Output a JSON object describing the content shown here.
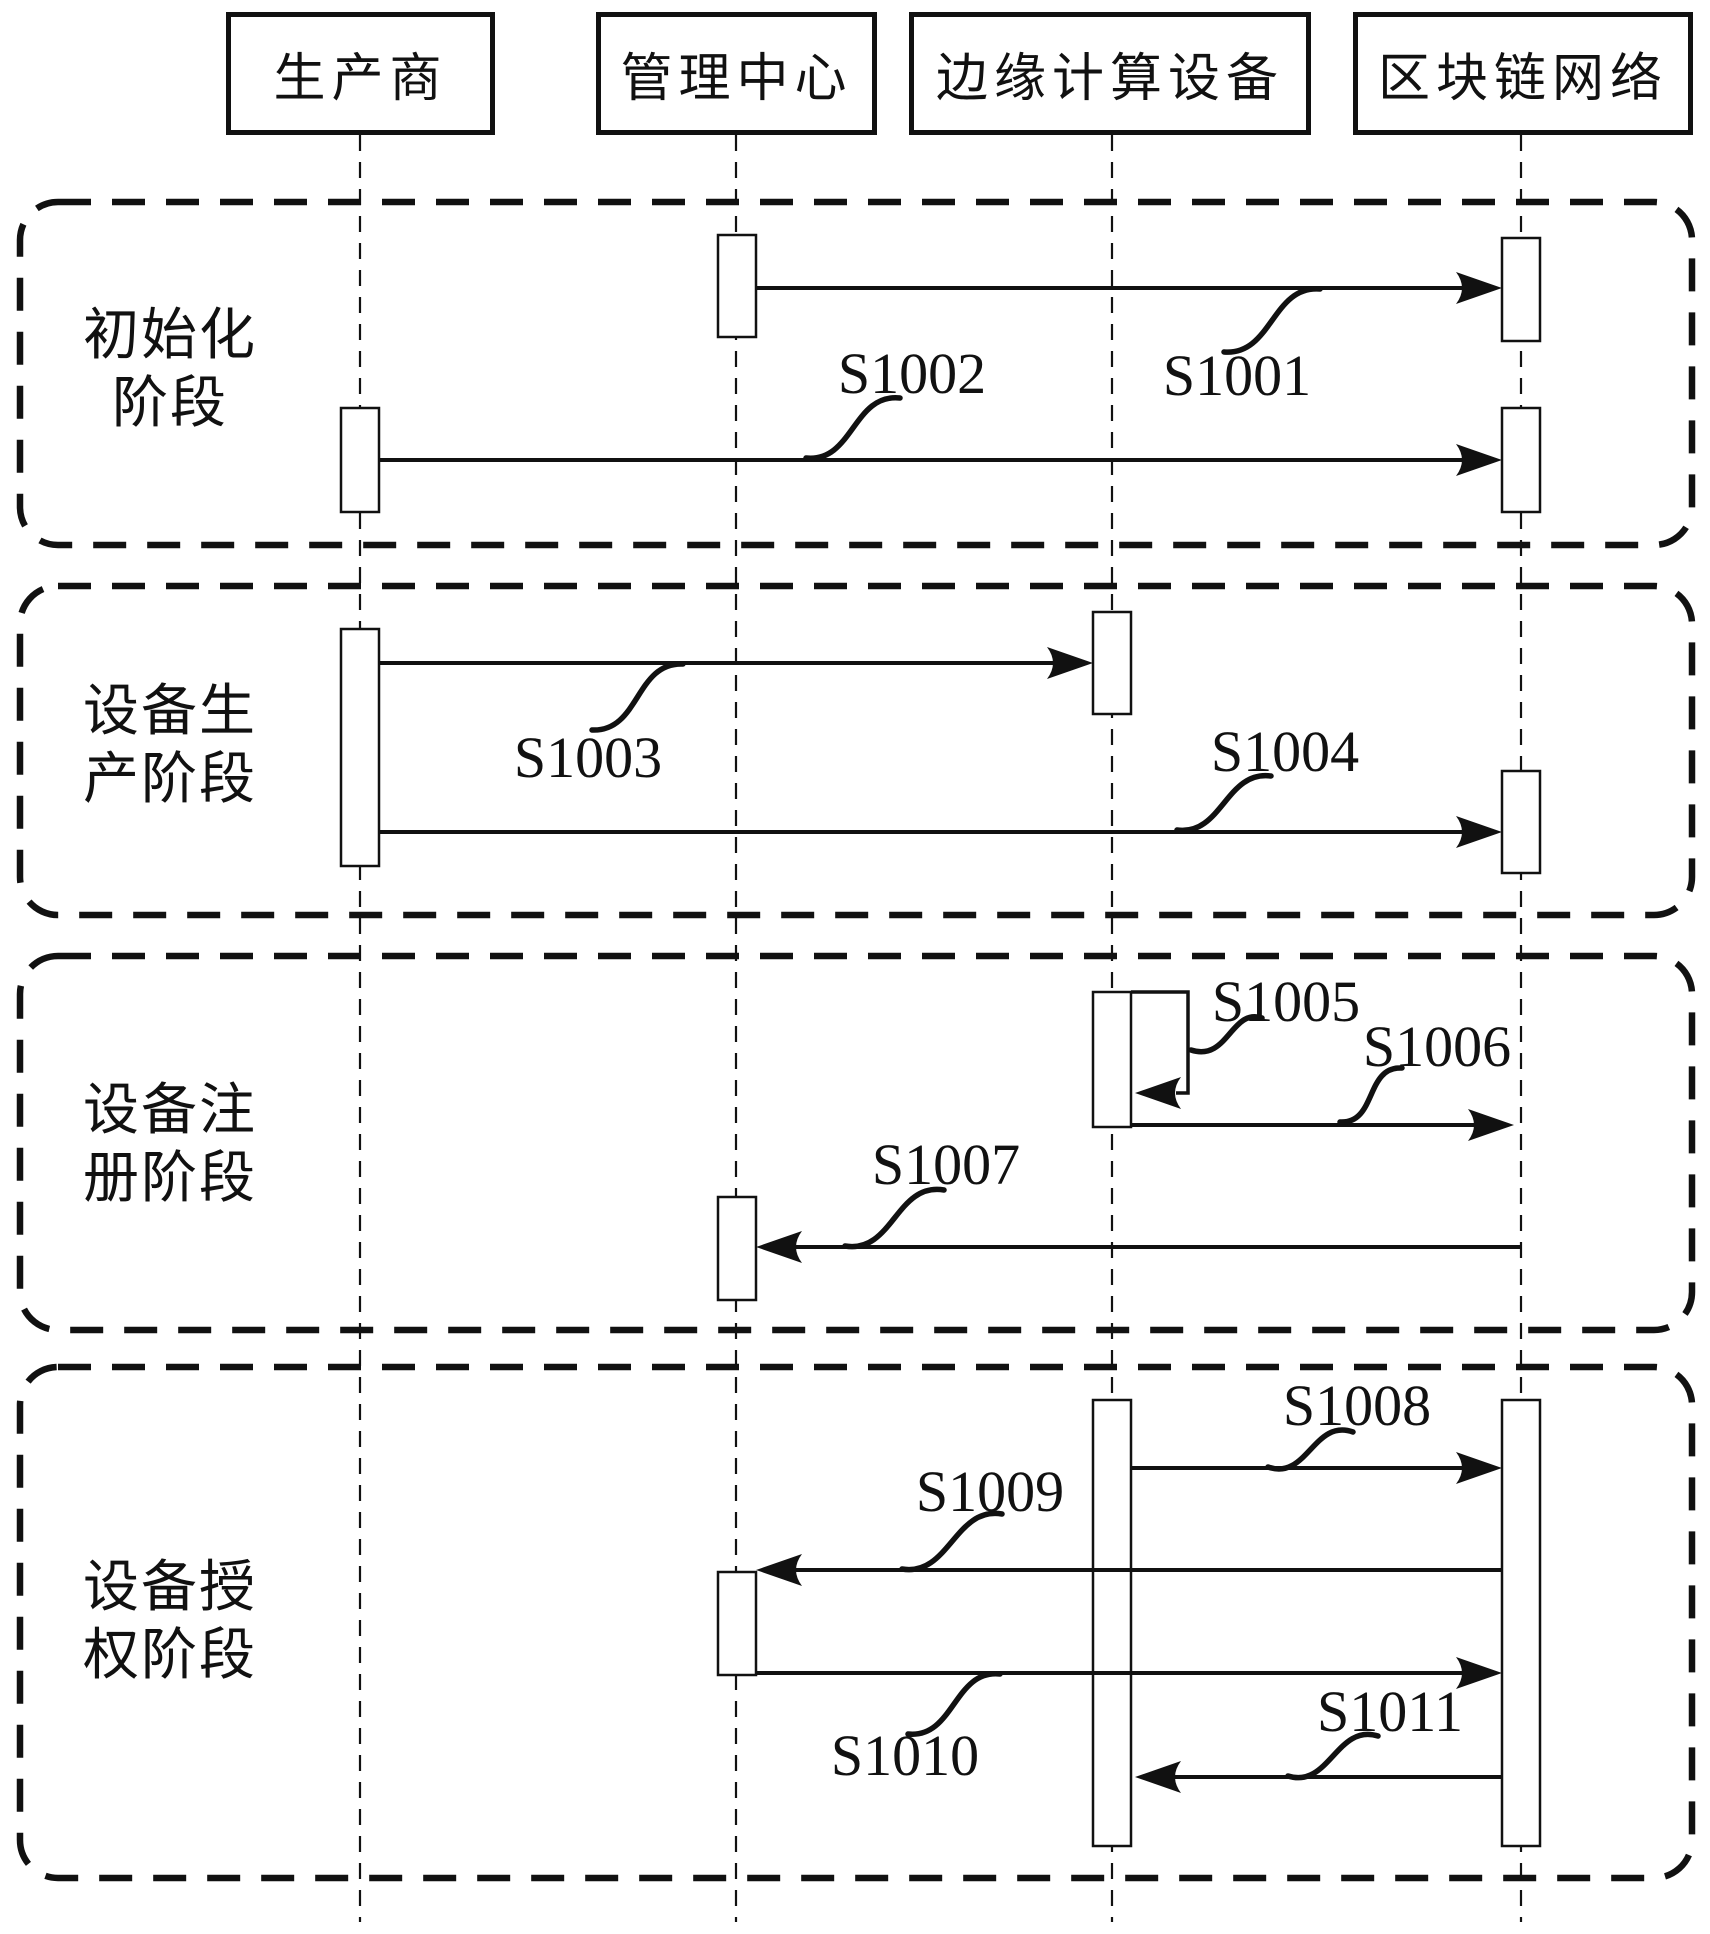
{
  "diagram": {
    "participants": [
      {
        "label": "生产商"
      },
      {
        "label": "管理中心"
      },
      {
        "label": "边缘计算设备"
      },
      {
        "label": "区块链网络"
      }
    ],
    "phases": [
      {
        "line1": "初始化",
        "line2": "阶段"
      },
      {
        "line1": "设备生",
        "line2": "产阶段"
      },
      {
        "line1": "设备注",
        "line2": "册阶段"
      },
      {
        "line1": "设备授",
        "line2": "权阶段"
      }
    ],
    "messages": [
      {
        "label": "S1001"
      },
      {
        "label": "S1002"
      },
      {
        "label": "S1003"
      },
      {
        "label": "S1004"
      },
      {
        "label": "S1005"
      },
      {
        "label": "S1006"
      },
      {
        "label": "S1007"
      },
      {
        "label": "S1008"
      },
      {
        "label": "S1009"
      },
      {
        "label": "S1010"
      },
      {
        "label": "S1011"
      }
    ],
    "colors": {
      "ink": "#111111",
      "background": "#ffffff"
    }
  }
}
